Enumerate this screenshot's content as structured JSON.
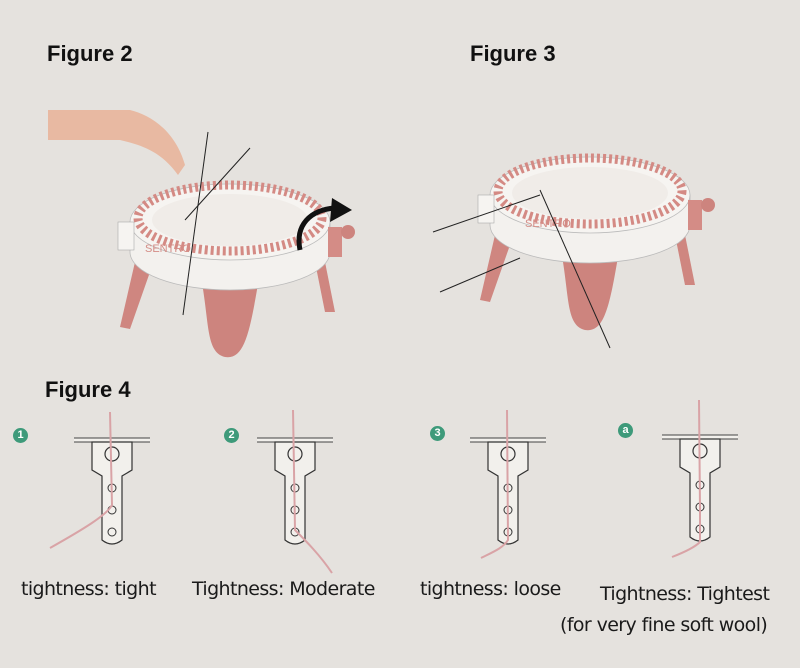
{
  "figures": {
    "figure2": {
      "title": "Figure 2"
    },
    "figure3": {
      "title": "Figure 3"
    },
    "figure4": {
      "title": "Figure 4"
    }
  },
  "machine": {
    "brand": "SENTRO"
  },
  "tension_settings": [
    {
      "badge": "1",
      "caption": "tightness: tight"
    },
    {
      "badge": "2",
      "caption": "Tightness: Moderate"
    },
    {
      "badge": "3",
      "caption": "tightness: loose"
    },
    {
      "badge": "a",
      "caption": "Tightness: Tightest",
      "note": "(for very fine soft wool)"
    }
  ],
  "colors": {
    "background": "#e5e2de",
    "machine_pink": "#d58a84",
    "badge_green": "#3e9a7a",
    "yarn": "#d9a3a6"
  }
}
